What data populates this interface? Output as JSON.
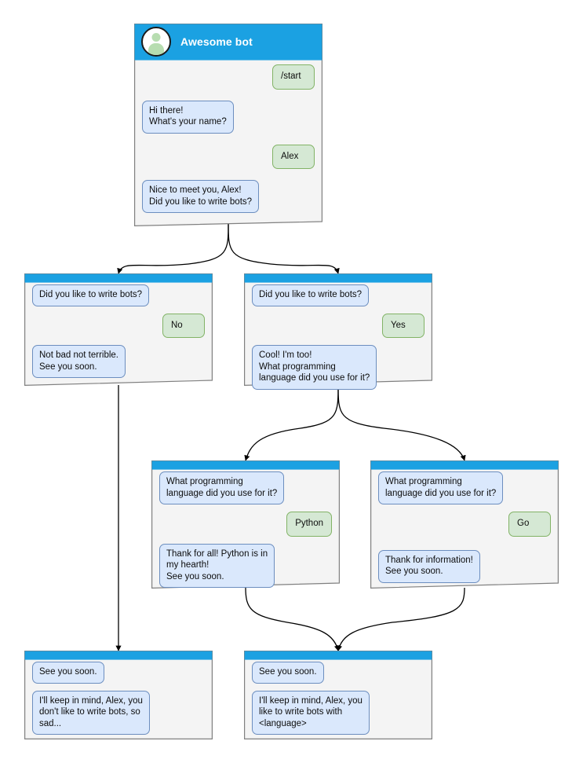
{
  "diagram": {
    "title": "Awesome bot chatbot conversation flow",
    "colors": {
      "header_bar": "#1ba1e2",
      "node_background": "#f4f4f4",
      "node_border": "#808080",
      "bot_bubble_fill": "#dae8fc",
      "bot_bubble_stroke": "#6c8ebf",
      "user_bubble_fill": "#d5e8d4",
      "user_bubble_stroke": "#82b366",
      "avatar_fill": "#b7ddb0",
      "edge_stroke": "#000000",
      "page_background": "#ffffff"
    }
  },
  "nodes": {
    "root": {
      "header": {
        "title": "Awesome bot",
        "avatar_icon": "user-avatar-icon"
      },
      "messages": [
        {
          "role": "user",
          "text": "/start"
        },
        {
          "role": "bot",
          "text": "Hi there!\nWhat's your name?"
        },
        {
          "role": "user",
          "text": "Alex"
        },
        {
          "role": "bot",
          "text": "Nice to meet you, Alex!\nDid you like to write bots?"
        }
      ]
    },
    "branch_no": {
      "messages": [
        {
          "role": "bot",
          "text": "Did you like to write bots?"
        },
        {
          "role": "user",
          "text": "No"
        },
        {
          "role": "bot",
          "text": "Not bad not terrible.\nSee you soon."
        }
      ]
    },
    "branch_yes": {
      "messages": [
        {
          "role": "bot",
          "text": "Did you like to write bots?"
        },
        {
          "role": "user",
          "text": "Yes"
        },
        {
          "role": "bot",
          "text": "Cool! I'm too!\nWhat programming\nlanguage did you use for it?"
        }
      ]
    },
    "branch_python": {
      "messages": [
        {
          "role": "bot",
          "text": "What programming\nlanguage did you use for it?"
        },
        {
          "role": "user",
          "text": "Python"
        },
        {
          "role": "bot",
          "text": "Thank for all! Python is in\nmy hearth!\nSee you soon."
        }
      ]
    },
    "branch_go": {
      "messages": [
        {
          "role": "bot",
          "text": "What programming\nlanguage did you use for it?"
        },
        {
          "role": "user",
          "text": "Go"
        },
        {
          "role": "bot",
          "text": "Thank for information!\nSee you soon."
        }
      ]
    },
    "end_sad": {
      "messages": [
        {
          "role": "bot",
          "text": "See you soon."
        },
        {
          "role": "bot",
          "text": "I'll keep in mind, Alex, you\ndon't like to write bots, so\nsad..."
        }
      ]
    },
    "end_happy": {
      "messages": [
        {
          "role": "bot",
          "text": "See you soon."
        },
        {
          "role": "bot",
          "text": "I'll keep in mind, Alex, you\nlike to write bots with\n<language>"
        }
      ]
    }
  },
  "edges": [
    {
      "from": "root",
      "to": "branch_no",
      "style": "curved"
    },
    {
      "from": "root",
      "to": "branch_yes",
      "style": "curved"
    },
    {
      "from": "branch_no",
      "to": "end_sad",
      "style": "straight"
    },
    {
      "from": "branch_yes",
      "to": "branch_python",
      "style": "curved"
    },
    {
      "from": "branch_yes",
      "to": "branch_go",
      "style": "curved"
    },
    {
      "from": "branch_python",
      "to": "end_happy",
      "style": "curved"
    },
    {
      "from": "branch_go",
      "to": "end_happy",
      "style": "curved"
    }
  ]
}
